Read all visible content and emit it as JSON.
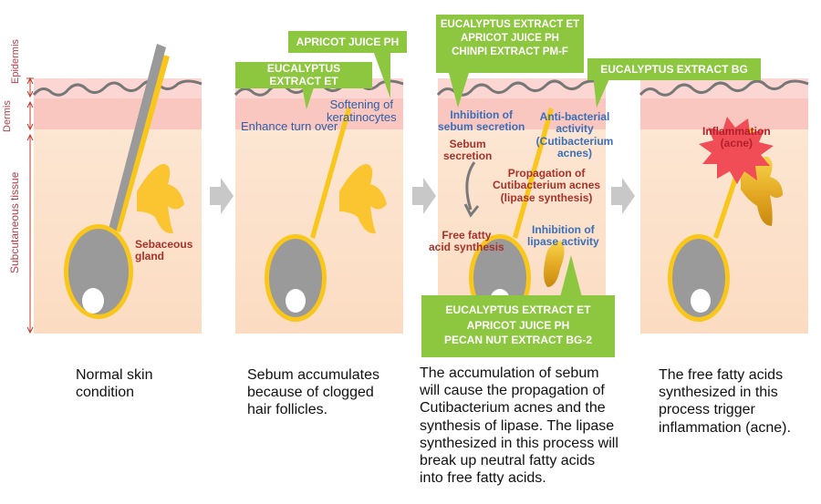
{
  "side_labels": {
    "epidermis": "Epidermis",
    "dermis": "Dermis",
    "subcutaneous": "Subcutaneous tissue"
  },
  "panel1": {
    "gland_label": "Sebaceous\ngland",
    "caption": "Normal skin\ncondition"
  },
  "panel2": {
    "callout_top": "APRICOT JUICE PH",
    "callout_left": "EUCALYPTUS\nEXTRACT ET",
    "label_softening": "Softening of\nkeratinocytes",
    "label_turnover": "Enhance turn over",
    "caption": "Sebum accumulates\nbecause of clogged\nhair follicles."
  },
  "panel3": {
    "callout_top": "EUCALYPTUS EXTRACT ET\nAPRICOT JUICE PH\nCHINPI EXTRACT PM-F",
    "callout_bottom": "EUCALYPTUS EXTRACT ET\nAPRICOT JUICE PH\nPECAN NUT EXTRACT BG-2",
    "label_inhibition_sebum": "Inhibition of\nsebum secretion",
    "label_antibacterial": "Anti-bacterial\nactivity\n(Cutibacterium\nacnes)",
    "label_sebum_secretion": "Sebum\nsecretion",
    "label_propagation": "Propagation of\nCutibacterium acnes\n(lipase synthesis)",
    "label_free_fatty": "Free fatty\nacid synthesis",
    "label_inhibition_lipase": "Inhibition of\nlipase activity",
    "caption": "The accumulation of sebum\nwill cause the propagation of\nCutibacterium acnes and the\nsynthesis of lipase. The lipase\nsynthesized in this process will\nbreak up neutral fatty acids\ninto free fatty acids."
  },
  "panel4": {
    "callout_top": "EUCALYPTUS EXTRACT BG",
    "label_inflammation": "Inflammation\n(acne)",
    "caption": "The free fatty acids\nsynthesized in this\nprocess trigger\ninflammation (acne)."
  },
  "colors": {
    "skin_fill": "#fbe3cf",
    "epidermis_band": "#f7c8c4",
    "callout_green": "#8dc63f",
    "gland_yellow": "#fbc531",
    "sebum_gray": "#9a9a9a",
    "arrow_gray": "#c8c8c8",
    "inflammation_red": "#f04d57"
  }
}
